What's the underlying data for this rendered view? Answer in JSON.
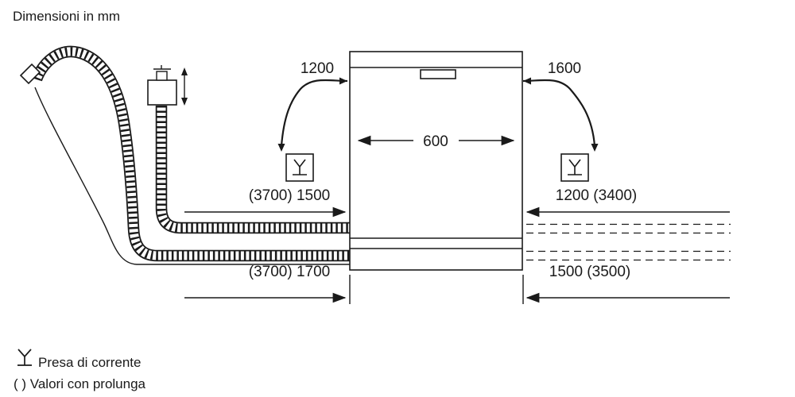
{
  "title": "Dimensioni in mm",
  "dimensions": {
    "power_cord_left": "1200",
    "power_cord_right": "1600",
    "appliance_width": "600",
    "hose_left_upper": "(3700) 1500",
    "hose_right_upper": "1200 (3400)",
    "hose_left_lower": "(3700) 1700",
    "hose_right_lower": "1500 (3500)"
  },
  "legend": {
    "socket_label": "Presa di corrente",
    "extension_label": "( ) Valori con prolunga"
  },
  "colors": {
    "line": "#1a1a1a",
    "background": "#ffffff"
  }
}
